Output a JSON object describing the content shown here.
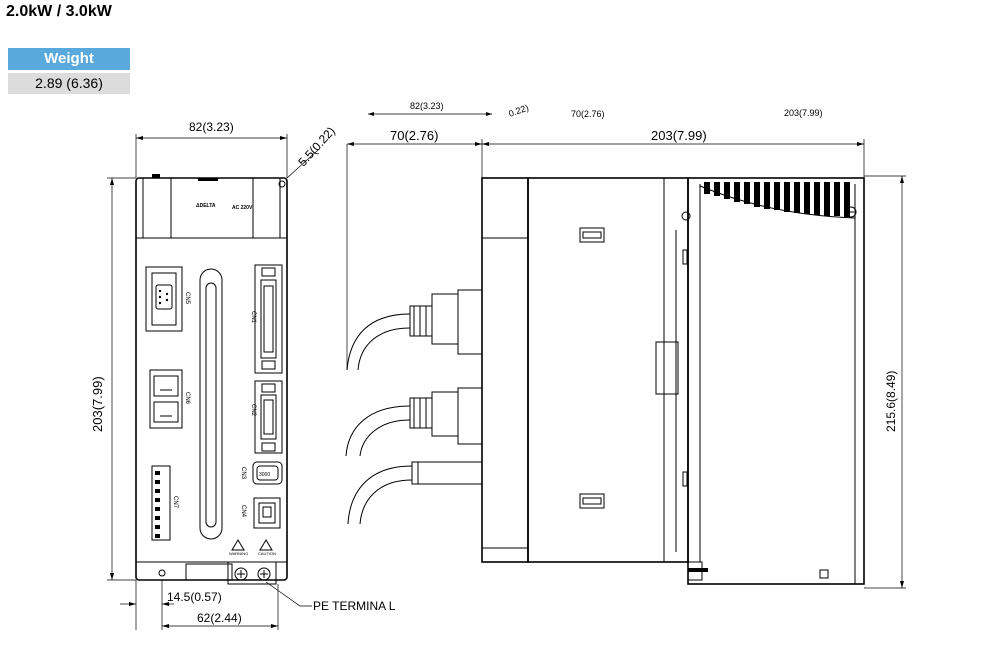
{
  "title": "2.0kW / 3.0kW",
  "weight": {
    "label": "Weight",
    "value": "2.89 (6.36)"
  },
  "front_view": {
    "width_dim": "82(3.23)",
    "corner_dim": "5.5(0.22)",
    "height_dim": "203(7.99)",
    "bottom_offset_dim": "14.5(0.57)",
    "bottom_mount_dim": "62(2.44)",
    "pe_terminal_label": "PE TERMINA L",
    "connector_labels": [
      "CN5",
      "CN6",
      "CN1",
      "CN2",
      "CN3",
      "CN4",
      "CN7"
    ],
    "port_label": "3000",
    "warning_labels": [
      "WARNING",
      "CAUTION"
    ]
  },
  "side_view": {
    "top_dims": [
      "82(3.23)",
      "0.22)",
      "70(2.76)",
      "203(7.99)"
    ],
    "depth_dim_left": "70(2.76)",
    "depth_dim_right": "203(7.99)",
    "height_dim": "215.6(8.49)"
  }
}
